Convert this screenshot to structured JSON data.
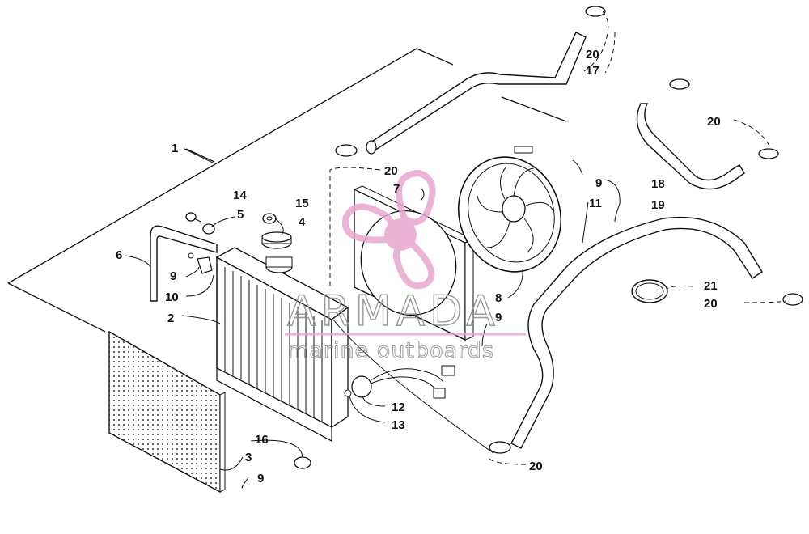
{
  "watermark": {
    "brand": "ARMADA",
    "tagline": "marine outboards",
    "brand_color": "#e8a6cf"
  },
  "callouts": [
    {
      "id": "c1",
      "text": "1"
    },
    {
      "id": "c2",
      "text": "2"
    },
    {
      "id": "c3",
      "text": "3"
    },
    {
      "id": "c4",
      "text": "4"
    },
    {
      "id": "c5",
      "text": "5"
    },
    {
      "id": "c6",
      "text": "6"
    },
    {
      "id": "c7",
      "text": "7"
    },
    {
      "id": "c8",
      "text": "8"
    },
    {
      "id": "c9a",
      "text": "9"
    },
    {
      "id": "c9b",
      "text": "9"
    },
    {
      "id": "c9c",
      "text": "9"
    },
    {
      "id": "c9d",
      "text": "9"
    },
    {
      "id": "c10",
      "text": "10"
    },
    {
      "id": "c11",
      "text": "11"
    },
    {
      "id": "c12",
      "text": "12"
    },
    {
      "id": "c13",
      "text": "13"
    },
    {
      "id": "c14",
      "text": "14"
    },
    {
      "id": "c15",
      "text": "15"
    },
    {
      "id": "c16",
      "text": "16"
    },
    {
      "id": "c17",
      "text": "17"
    },
    {
      "id": "c18",
      "text": "18"
    },
    {
      "id": "c19",
      "text": "19"
    },
    {
      "id": "c20a",
      "text": "20"
    },
    {
      "id": "c20b",
      "text": "20"
    },
    {
      "id": "c20c",
      "text": "20"
    },
    {
      "id": "c20d",
      "text": "20"
    },
    {
      "id": "c20e",
      "text": "20"
    },
    {
      "id": "c21",
      "text": "21"
    }
  ]
}
